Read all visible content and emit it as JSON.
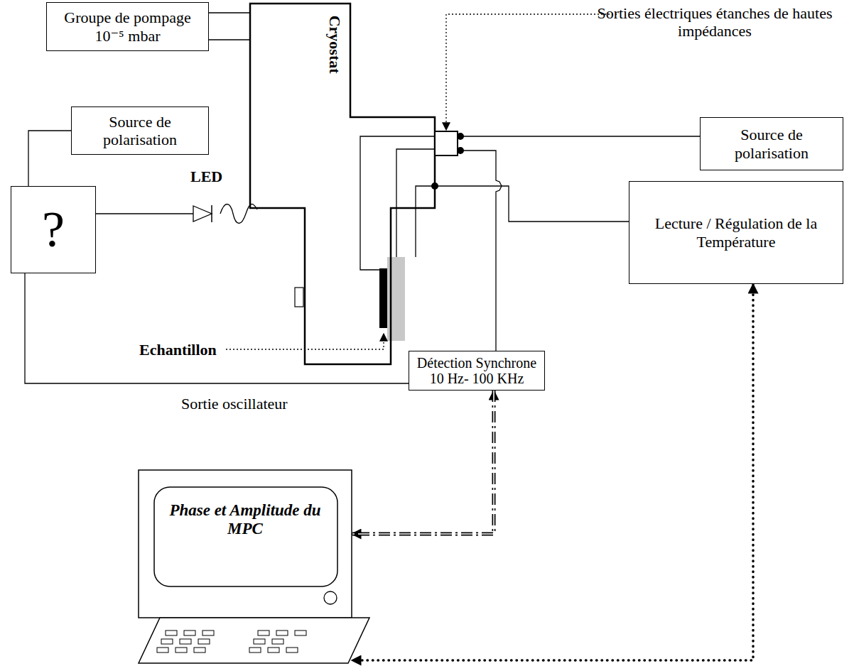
{
  "diagram": {
    "nodes": [
      {
        "text": [
          "Groupe de pompage 10⁻⁵ mbar"
        ]
      },
      {
        "text": [
          "Cryostat"
        ]
      },
      {
        "text": [
          "Source de polarisation"
        ]
      },
      {
        "text": [
          "?"
        ]
      },
      {
        "text": [
          "Source de polarisation"
        ]
      },
      {
        "text": [
          "Lecture / Régulation de la Température"
        ]
      },
      {
        "text": [
          "Détection Synchrone 10 Hz- 100 KHz"
        ]
      },
      {
        "text": [
          "Phase et Amplitude du MPC"
        ]
      }
    ],
    "edges": [
      {
        "from": 0,
        "to": 1,
        "arrow": "none"
      },
      {
        "from": 2,
        "to": 3,
        "arrow": "none"
      },
      {
        "from": 3,
        "to": 6,
        "arrow": "none"
      },
      {
        "from": 1,
        "to": 4,
        "arrow": "none"
      },
      {
        "from": 1,
        "to": 5,
        "arrow": "none"
      },
      {
        "from": 1,
        "to": 6,
        "arrow": "none"
      },
      {
        "from": 6,
        "to": 7,
        "arrow": "both"
      },
      {
        "from": 5,
        "to": 7,
        "arrow": "both"
      }
    ],
    "labels": [
      "Sorties électriques étanches de hautes impédances",
      "LED",
      "Echantillon",
      "Sortie oscillateur"
    ]
  }
}
